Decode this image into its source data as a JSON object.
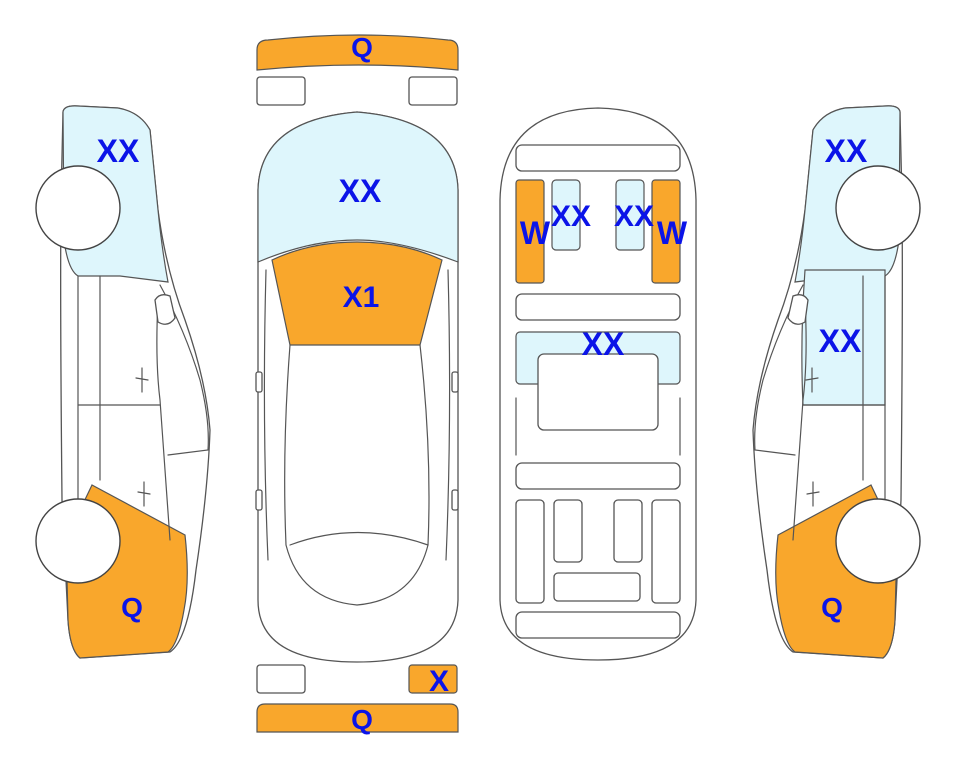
{
  "colors": {
    "background": "#ffffff",
    "outline": "#555555",
    "body_fill": "#ffffff",
    "light_blue_region": "#def6fc",
    "orange_region": "#f9a72c",
    "label_text": "#0b14e8"
  },
  "legend_meaning": {
    "light_blue_region": "marked XX",
    "orange_region": "marked Q / X / X1 / W"
  },
  "labels": {
    "left_side_upper": "XX",
    "left_side_lower": "Q",
    "top_front_bumper": "Q",
    "top_windshield": "XX",
    "top_hood": "X1",
    "top_rear_right_light": "X",
    "top_rear_bumper": "Q",
    "interior_left_seat_outer": "W",
    "interior_left_seat_inner": "XX",
    "interior_right_seat_inner": "XX",
    "interior_right_seat_outer": "W",
    "interior_middle": "XX",
    "right_side_upper": "XX",
    "right_side_middle": "XX",
    "right_side_lower": "Q"
  }
}
